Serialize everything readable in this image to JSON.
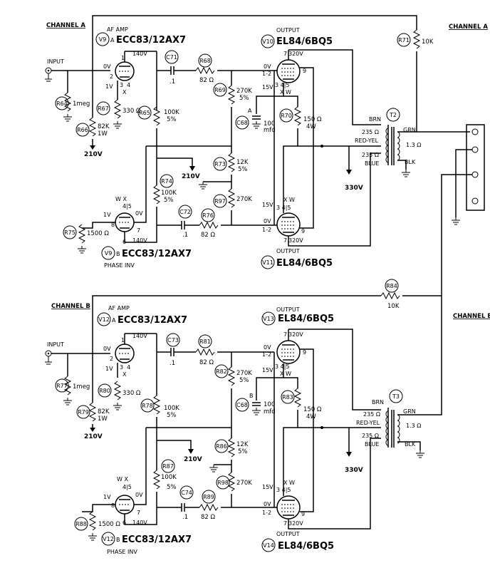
{
  "headers": {
    "channel_a": "CHANNEL A",
    "channel_b": "CHANNEL B"
  },
  "a": {
    "input": "INPUT",
    "af_amp": "AF AMP",
    "v_in": "V9",
    "v_in_sec": "A",
    "in_tube": "ECC83/12AX7",
    "v_pi": "V9",
    "v_pi_sec": "B",
    "pi_tube": "ECC83/12AX7",
    "phase_inv": "PHASE INV",
    "v_out1": "V10",
    "v_out2": "V11",
    "output": "OUTPUT",
    "out_tube": "EL84/6BQ5",
    "rin": "R64",
    "rin_val": "1meg",
    "rk": "R67",
    "rk_val": "330 Ω",
    "rd": "R66",
    "rd_val1": "82K",
    "rd_val2": "1W",
    "v210": "210V",
    "rp": "R65",
    "rp_val1": "100K",
    "rp_val2": "5%",
    "cc1": "C71",
    "cc1_val": ".1",
    "rs1": "R68",
    "rs1_val": "82 Ω",
    "rg1": "R69",
    "rg1_val1": "270K",
    "rg1_val2": "5%",
    "ck": "C68",
    "ck_sec": "A",
    "ck_val1": "100",
    "ck_val2": "mfd",
    "rko": "R70",
    "rko_val1": "150 Ω",
    "rko_val2": "4W",
    "rfb": "R71",
    "rfb_val": "10K",
    "rg2": "R73",
    "rg2_val1": "12K",
    "rg2_val2": "5%",
    "rg3": "R97",
    "rg3_val": "270K",
    "rpi": "R74",
    "rpi_val1": "100K",
    "rpi_val2": "5%",
    "cc2": "C72",
    "cc2_val": ".1",
    "rs2": "R76",
    "rs2_val": "82 Ω",
    "rkpi": "R75",
    "rkpi_val": "1500 Ω",
    "xfmr": "T2",
    "brn": "BRN",
    "ry": "RED-YEL",
    "blue": "BLUE",
    "grn": "GRN",
    "blk": "BLK",
    "t235a": "235 Ω",
    "t235b": "235 Ω",
    "t13": "1.3 Ω",
    "b330": "330V",
    "b210": "210V"
  },
  "b": {
    "input": "INPUT",
    "af_amp": "AF AMP",
    "v_in": "V12",
    "v_in_sec": "A",
    "in_tube": "ECC83/12AX7",
    "v_pi": "V12",
    "v_pi_sec": "B",
    "pi_tube": "ECC83/12AX7",
    "phase_inv": "PHASE INV",
    "v_out1": "V13",
    "v_out2": "V14",
    "output": "OUTPUT",
    "out_tube": "EL84/6BQ5",
    "rin": "R77",
    "rin_val": "1meg",
    "rk": "R80",
    "rk_val": "330 Ω",
    "rd": "R79",
    "rd_val1": "82K",
    "rd_val2": "1W",
    "v210": "210V",
    "rp": "R78",
    "rp_val1": "100K",
    "rp_val2": "5%",
    "cc1": "C73",
    "cc1_val": ".1",
    "rs1": "R81",
    "rs1_val": "82 Ω",
    "rg1": "R82",
    "rg1_val1": "270K",
    "rg1_val2": "5%",
    "ck": "C68",
    "ck_sec": "B",
    "ck_val1": "100",
    "ck_val2": "mfd",
    "rko": "R83",
    "rko_val1": "150 Ω",
    "rko_val2": "4W",
    "rfb": "R84",
    "rfb_val": "10K",
    "rg2": "R86",
    "rg2_val1": "12K",
    "rg2_val2": "5%",
    "rg3": "R98",
    "rg3_val": "270K",
    "rpi": "R87",
    "rpi_val1": "100K",
    "rpi_val2": "5%",
    "cc2": "C74",
    "cc2_val": ".1",
    "rs2": "R89",
    "rs2_val": "82 Ω",
    "rkpi": "R88",
    "rkpi_val": "1500 Ω",
    "xfmr": "T3",
    "brn": "BRN",
    "ry": "RED-YEL",
    "blue": "BLUE",
    "grn": "GRN",
    "blk": "BLK",
    "t235a": "235 Ω",
    "t235b": "235 Ω",
    "t13": "1.3 Ω",
    "b330": "330V",
    "b210": "210V"
  },
  "pins": {
    "in_tube": {
      "p1": "1",
      "p2": "2",
      "p3": "3",
      "p4": "4",
      "ov": "0V",
      "iv": "1V",
      "x": "X",
      "p140": "140V"
    },
    "pi_tube": {
      "p6": "6",
      "p7": "7",
      "p8": "8",
      "p45": "4|5",
      "wx": "W X",
      "ov": "0V",
      "iv": "1V",
      "p140": "140V"
    },
    "out1": {
      "p7": "7",
      "p320": "320V",
      "p12": "1-2",
      "ov": "0V",
      "p15": "15V",
      "p345": "3 4|5",
      "p9": "9",
      "xw": "X W"
    },
    "out2": {
      "p7": "7",
      "p320": "320V",
      "p12": "1-2",
      "ov": "0V",
      "p15": "15V",
      "p345": "3 4|5",
      "p9": "9",
      "xw": "X W"
    }
  }
}
